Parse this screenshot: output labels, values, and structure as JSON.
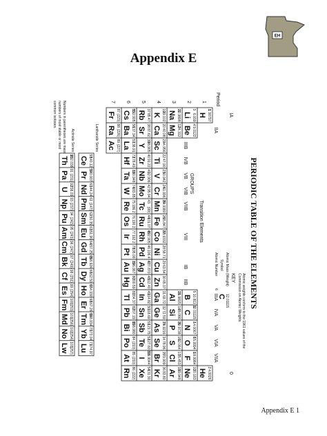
{
  "header": {
    "title": "Appendix E"
  },
  "footer": {
    "text": "Appendix E 1"
  },
  "logo": {
    "badge": "EH"
  },
  "table": {
    "title": "PERIODIC TABLE OF THE ELEMENTS",
    "note_lines": [
      "Atomic weights conform to the 1961 values of the",
      "Commission on Atomic Weights."
    ],
    "key": {
      "label": "KEY",
      "mass_label": "Atomic Mass (Weight)",
      "mass_value": "12.01115",
      "symbol_label": "Symbol",
      "symbol_value": "C",
      "number_label": "Atomic Number",
      "number_value": "6"
    },
    "period_label": "Period",
    "groups_label": "GROUPS",
    "transition_label": "Transition Elements",
    "group_labels": [
      "IA",
      "IIA",
      "IIIB",
      "IVB",
      "VB",
      "VIB",
      "VIIB",
      "VIII",
      "IB",
      "IIB",
      "IIIA",
      "IVA",
      "VA",
      "VIA",
      "VIIA",
      "0"
    ],
    "periods": [
      "1",
      "2",
      "3",
      "4",
      "5",
      "6",
      "7"
    ],
    "lanthanide_label": "Lanthanide Series",
    "actinide_label": "Actinide Series",
    "parenthesis_note": [
      "Numbers in parentheses are mass",
      "numbers of most stable or most",
      "common isotopes."
    ],
    "elements": [
      {
        "s": "H",
        "n": "1",
        "m": "1.00797",
        "p": 1,
        "g": 1
      },
      {
        "s": "He",
        "n": "2",
        "m": "4.0026",
        "p": 1,
        "g": 18
      },
      {
        "s": "Li",
        "n": "3",
        "m": "6.939",
        "p": 2,
        "g": 1
      },
      {
        "s": "Be",
        "n": "4",
        "m": "9.0122",
        "p": 2,
        "g": 2
      },
      {
        "s": "B",
        "n": "5",
        "m": "10.811",
        "p": 2,
        "g": 13
      },
      {
        "s": "C",
        "n": "6",
        "m": "12.01115",
        "p": 2,
        "g": 14
      },
      {
        "s": "N",
        "n": "7",
        "m": "14.0067",
        "p": 2,
        "g": 15
      },
      {
        "s": "O",
        "n": "8",
        "m": "15.9994",
        "p": 2,
        "g": 16
      },
      {
        "s": "F",
        "n": "9",
        "m": "18.9984",
        "p": 2,
        "g": 17
      },
      {
        "s": "Ne",
        "n": "10",
        "m": "20.183",
        "p": 2,
        "g": 18
      },
      {
        "s": "Na",
        "n": "11",
        "m": "22.9898",
        "p": 3,
        "g": 1
      },
      {
        "s": "Mg",
        "n": "12",
        "m": "24.312",
        "p": 3,
        "g": 2
      },
      {
        "s": "Al",
        "n": "13",
        "m": "26.9815",
        "p": 3,
        "g": 13
      },
      {
        "s": "Si",
        "n": "14",
        "m": "28.086",
        "p": 3,
        "g": 14
      },
      {
        "s": "P",
        "n": "15",
        "m": "30.9738",
        "p": 3,
        "g": 15
      },
      {
        "s": "S",
        "n": "16",
        "m": "32.064",
        "p": 3,
        "g": 16
      },
      {
        "s": "Cl",
        "n": "17",
        "m": "35.453",
        "p": 3,
        "g": 17
      },
      {
        "s": "Ar",
        "n": "18",
        "m": "39.948",
        "p": 3,
        "g": 18
      },
      {
        "s": "K",
        "n": "19",
        "m": "39.102",
        "p": 4,
        "g": 1
      },
      {
        "s": "Ca",
        "n": "20",
        "m": "40.08",
        "p": 4,
        "g": 2
      },
      {
        "s": "Sc",
        "n": "21",
        "m": "44.956",
        "p": 4,
        "g": 3
      },
      {
        "s": "Ti",
        "n": "22",
        "m": "47.90",
        "p": 4,
        "g": 4
      },
      {
        "s": "V",
        "n": "23",
        "m": "50.942",
        "p": 4,
        "g": 5
      },
      {
        "s": "Cr",
        "n": "24",
        "m": "51.996",
        "p": 4,
        "g": 6
      },
      {
        "s": "Mn",
        "n": "25",
        "m": "54.9380",
        "p": 4,
        "g": 7
      },
      {
        "s": "Fe",
        "n": "26",
        "m": "55.847",
        "p": 4,
        "g": 8
      },
      {
        "s": "Co",
        "n": "27",
        "m": "58.9332",
        "p": 4,
        "g": 9
      },
      {
        "s": "Ni",
        "n": "28",
        "m": "58.71",
        "p": 4,
        "g": 10
      },
      {
        "s": "Cu",
        "n": "29",
        "m": "63.54",
        "p": 4,
        "g": 11
      },
      {
        "s": "Zn",
        "n": "30",
        "m": "65.37",
        "p": 4,
        "g": 12
      },
      {
        "s": "Ga",
        "n": "31",
        "m": "69.72",
        "p": 4,
        "g": 13
      },
      {
        "s": "Ge",
        "n": "32",
        "m": "72.59",
        "p": 4,
        "g": 14
      },
      {
        "s": "As",
        "n": "33",
        "m": "74.9216",
        "p": 4,
        "g": 15
      },
      {
        "s": "Se",
        "n": "34",
        "m": "78.96",
        "p": 4,
        "g": 16
      },
      {
        "s": "Br",
        "n": "35",
        "m": "79.909",
        "p": 4,
        "g": 17
      },
      {
        "s": "Kr",
        "n": "36",
        "m": "83.80",
        "p": 4,
        "g": 18
      },
      {
        "s": "Rb",
        "n": "37",
        "m": "85.47",
        "p": 5,
        "g": 1
      },
      {
        "s": "Sr",
        "n": "38",
        "m": "87.62",
        "p": 5,
        "g": 2
      },
      {
        "s": "Y",
        "n": "39",
        "m": "88.905",
        "p": 5,
        "g": 3
      },
      {
        "s": "Zr",
        "n": "40",
        "m": "91.22",
        "p": 5,
        "g": 4
      },
      {
        "s": "Nb",
        "n": "41",
        "m": "92.906",
        "p": 5,
        "g": 5
      },
      {
        "s": "Mo",
        "n": "42",
        "m": "95.94",
        "p": 5,
        "g": 6
      },
      {
        "s": "Tc",
        "n": "43",
        "m": "(99)",
        "p": 5,
        "g": 7
      },
      {
        "s": "Ru",
        "n": "44",
        "m": "101.07",
        "p": 5,
        "g": 8
      },
      {
        "s": "Rh",
        "n": "45",
        "m": "102.905",
        "p": 5,
        "g": 9
      },
      {
        "s": "Pd",
        "n": "46",
        "m": "106.4",
        "p": 5,
        "g": 10
      },
      {
        "s": "Ag",
        "n": "47",
        "m": "107.870",
        "p": 5,
        "g": 11
      },
      {
        "s": "Cd",
        "n": "48",
        "m": "112.40",
        "p": 5,
        "g": 12
      },
      {
        "s": "In",
        "n": "49",
        "m": "114.82",
        "p": 5,
        "g": 13
      },
      {
        "s": "Sn",
        "n": "50",
        "m": "118.69",
        "p": 5,
        "g": 14
      },
      {
        "s": "Sb",
        "n": "51",
        "m": "121.75",
        "p": 5,
        "g": 15
      },
      {
        "s": "Te",
        "n": "52",
        "m": "127.60",
        "p": 5,
        "g": 16
      },
      {
        "s": "I",
        "n": "53",
        "m": "126.9044",
        "p": 5,
        "g": 17
      },
      {
        "s": "Xe",
        "n": "54",
        "m": "131.30",
        "p": 5,
        "g": 18
      },
      {
        "s": "Cs",
        "n": "55",
        "m": "132.905",
        "p": 6,
        "g": 1
      },
      {
        "s": "Ba",
        "n": "56",
        "m": "137.34",
        "p": 6,
        "g": 2
      },
      {
        "s": "La",
        "n": "57",
        "m": "138.91",
        "p": 6,
        "g": 3
      },
      {
        "s": "Hf",
        "n": "72",
        "m": "178.49",
        "p": 6,
        "g": 4
      },
      {
        "s": "Ta",
        "n": "73",
        "m": "180.948",
        "p": 6,
        "g": 5
      },
      {
        "s": "W",
        "n": "74",
        "m": "183.85",
        "p": 6,
        "g": 6
      },
      {
        "s": "Re",
        "n": "75",
        "m": "186.2",
        "p": 6,
        "g": 7
      },
      {
        "s": "Os",
        "n": "76",
        "m": "190.2",
        "p": 6,
        "g": 8
      },
      {
        "s": "Ir",
        "n": "77",
        "m": "192.2",
        "p": 6,
        "g": 9
      },
      {
        "s": "Pt",
        "n": "78",
        "m": "195.09",
        "p": 6,
        "g": 10
      },
      {
        "s": "Au",
        "n": "79",
        "m": "196.967",
        "p": 6,
        "g": 11
      },
      {
        "s": "Hg",
        "n": "80",
        "m": "200.59",
        "p": 6,
        "g": 12
      },
      {
        "s": "Tl",
        "n": "81",
        "m": "204.37",
        "p": 6,
        "g": 13
      },
      {
        "s": "Pb",
        "n": "82",
        "m": "207.19",
        "p": 6,
        "g": 14
      },
      {
        "s": "Bi",
        "n": "83",
        "m": "208.980",
        "p": 6,
        "g": 15
      },
      {
        "s": "Po",
        "n": "84",
        "m": "(210)",
        "p": 6,
        "g": 16
      },
      {
        "s": "At",
        "n": "85",
        "m": "(210)",
        "p": 6,
        "g": 17
      },
      {
        "s": "Rn",
        "n": "86",
        "m": "(222)",
        "p": 6,
        "g": 18
      },
      {
        "s": "Fr",
        "n": "87",
        "m": "(223)",
        "p": 7,
        "g": 1
      },
      {
        "s": "Ra",
        "n": "88",
        "m": "(226)",
        "p": 7,
        "g": 2
      },
      {
        "s": "Ac",
        "n": "89",
        "m": "(227)",
        "p": 7,
        "g": 3
      }
    ],
    "lanthanides": [
      {
        "s": "Ce",
        "n": "58",
        "m": "140.12"
      },
      {
        "s": "Pr",
        "n": "59",
        "m": "140.907"
      },
      {
        "s": "Nd",
        "n": "60",
        "m": "144.24"
      },
      {
        "s": "Pm",
        "n": "61",
        "m": "(147)"
      },
      {
        "s": "Sm",
        "n": "62",
        "m": "150.35"
      },
      {
        "s": "Eu",
        "n": "63",
        "m": "151.96"
      },
      {
        "s": "Gd",
        "n": "64",
        "m": "157.25"
      },
      {
        "s": "Tb",
        "n": "65",
        "m": "158.924"
      },
      {
        "s": "Dy",
        "n": "66",
        "m": "162.50"
      },
      {
        "s": "Ho",
        "n": "67",
        "m": "164.930"
      },
      {
        "s": "Er",
        "n": "68",
        "m": "167.26"
      },
      {
        "s": "Tm",
        "n": "69",
        "m": "168.934"
      },
      {
        "s": "Yb",
        "n": "70",
        "m": "173.04"
      },
      {
        "s": "Lu",
        "n": "71",
        "m": "174.97"
      }
    ],
    "actinides": [
      {
        "s": "Th",
        "n": "90",
        "m": "232.038"
      },
      {
        "s": "Pa",
        "n": "91",
        "m": "(231)"
      },
      {
        "s": "U",
        "n": "92",
        "m": "238.03"
      },
      {
        "s": "Np",
        "n": "93",
        "m": "(237)"
      },
      {
        "s": "Pu",
        "n": "94",
        "m": "(242)"
      },
      {
        "s": "Am",
        "n": "95",
        "m": "(243)"
      },
      {
        "s": "Cm",
        "n": "96",
        "m": "(247)"
      },
      {
        "s": "Bk",
        "n": "97",
        "m": "(249)"
      },
      {
        "s": "Cf",
        "n": "98",
        "m": "(251)"
      },
      {
        "s": "Es",
        "n": "99",
        "m": "(254)"
      },
      {
        "s": "Fm",
        "n": "100",
        "m": "(253)"
      },
      {
        "s": "Md",
        "n": "101",
        "m": "(256)"
      },
      {
        "s": "No",
        "n": "102",
        "m": "(254)"
      },
      {
        "s": "Lw",
        "n": "103",
        "m": "(257)"
      }
    ]
  }
}
